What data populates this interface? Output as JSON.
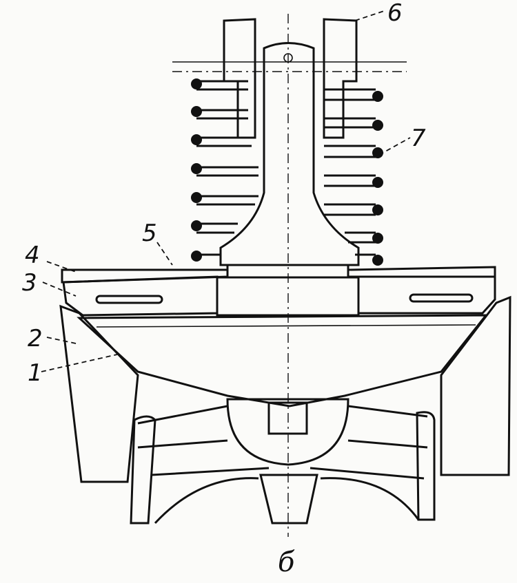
{
  "figure": {
    "caption": "б",
    "labels": [
      {
        "id": "1",
        "text": "1"
      },
      {
        "id": "2",
        "text": "2"
      },
      {
        "id": "3",
        "text": "3"
      },
      {
        "id": "4",
        "text": "4"
      },
      {
        "id": "5",
        "text": "5"
      },
      {
        "id": "6",
        "text": "6"
      },
      {
        "id": "7",
        "text": "7"
      }
    ],
    "colors": {
      "ink": "#111111",
      "paper": "#fbfbf9"
    }
  }
}
